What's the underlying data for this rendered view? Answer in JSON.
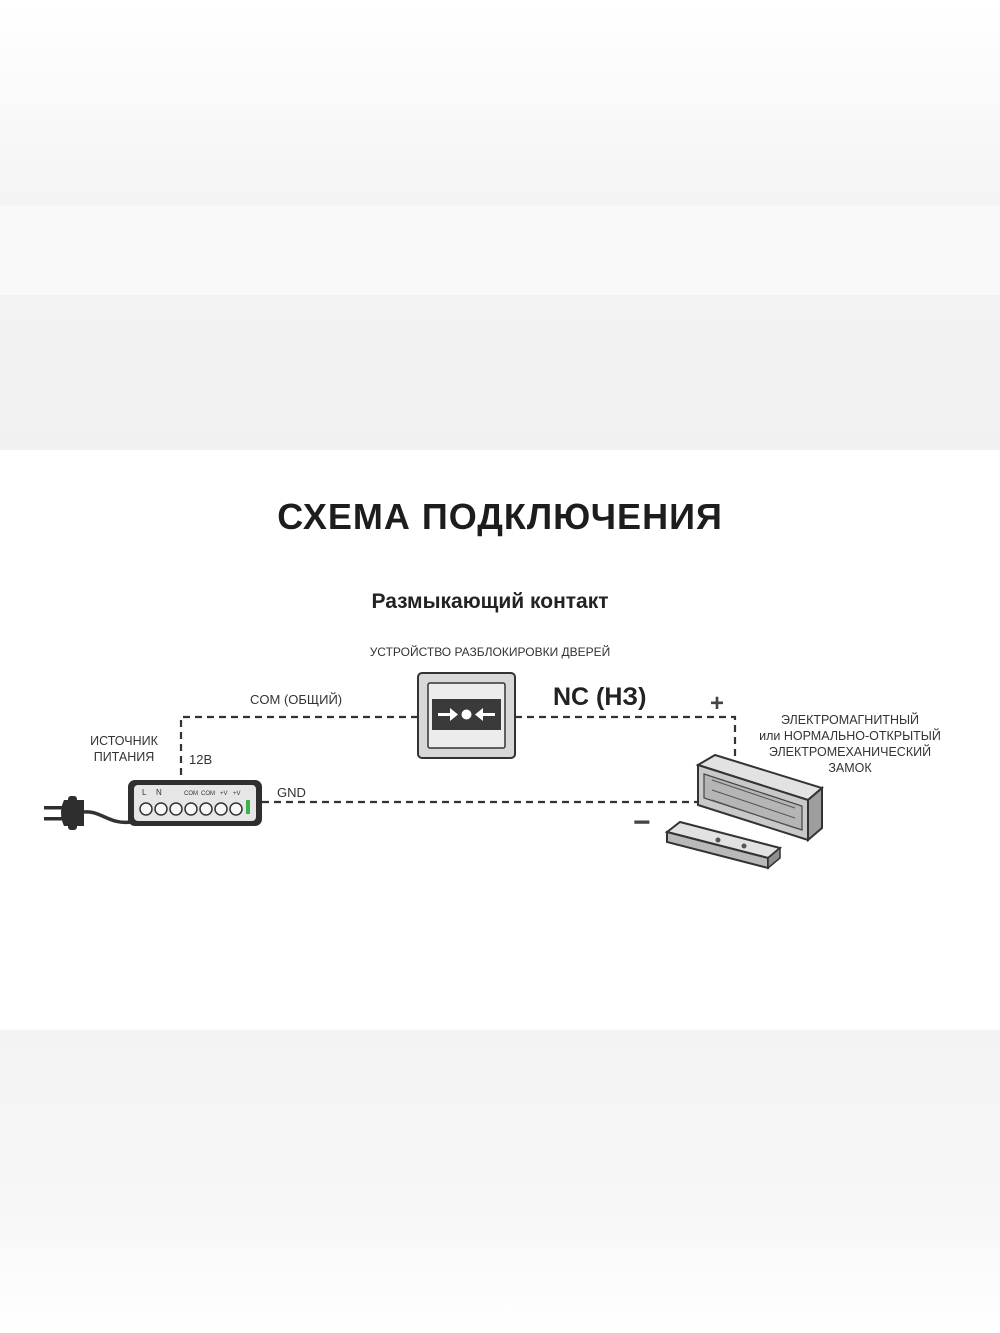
{
  "title": "СХЕМА ПОДКЛЮЧЕНИЯ",
  "subtitle": "Размыкающий контакт",
  "device_label": "УСТРОЙСТВО РАЗБЛОКИРОВКИ ДВЕРЕЙ",
  "wires": {
    "com_label": "COM (ОБЩИЙ)",
    "nc_label": "NC (НЗ)",
    "v12_label": "12В",
    "gnd_label": "GND",
    "plus": "+",
    "minus": "−"
  },
  "power_source": {
    "label_line1": "ИСТОЧНИК",
    "label_line2": "ПИТАНИЯ",
    "terminals": [
      "L",
      "N",
      "COM",
      "COM",
      "+V",
      "+V"
    ]
  },
  "lock": {
    "line1": "ЭЛЕКТРОМАГНИТНЫЙ",
    "line2": "или НОРМАЛЬНО-ОТКРЫТЫЙ",
    "line3": "ЭЛЕКТРОМЕХАНИЧЕСКИЙ",
    "line4": "ЗАМОК"
  },
  "colors": {
    "line": "#333333",
    "device_fill": "#d9d9d9",
    "device_panel": "#3d3d3d",
    "lock_body": "#cfcfcf",
    "led": "#3bb34a"
  }
}
